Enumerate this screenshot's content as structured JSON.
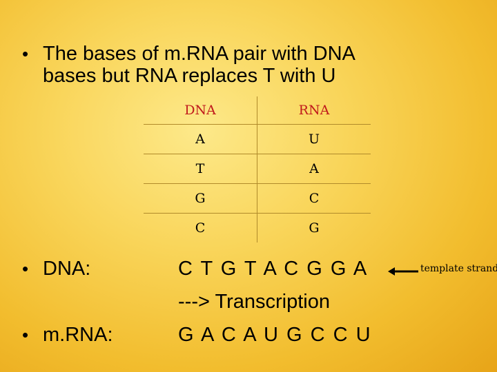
{
  "intro": {
    "line1": "The bases of m.RNA pair with DNA",
    "line2": "bases but RNA replaces T with U"
  },
  "table": {
    "headers": [
      "DNA",
      "RNA"
    ],
    "rows": [
      [
        "A",
        "U"
      ],
      [
        "T",
        "A"
      ],
      [
        "G",
        "C"
      ],
      [
        "C",
        "G"
      ]
    ]
  },
  "dna": {
    "label": "DNA:",
    "sequence": "C T G  T A C  G G A"
  },
  "transcription": "---> Transcription",
  "mrna": {
    "label": "m.RNA:",
    "sequence": "G A C  A U G  C C U"
  },
  "annotation": {
    "text": "template strand",
    "arrow_icon": "left-arrow-icon"
  },
  "bullet": "•",
  "colors": {
    "header": "#c0191c",
    "background": "#f9d55a"
  }
}
